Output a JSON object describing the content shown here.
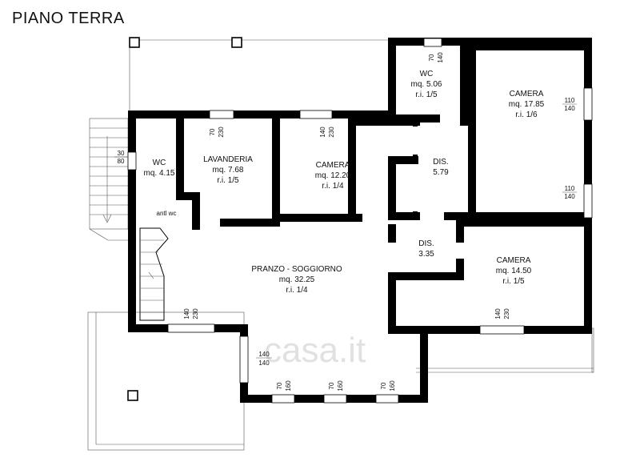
{
  "title": "PIANO TERRA",
  "watermark": "casa.it",
  "rooms": [
    {
      "id": "wc-1",
      "name": "WC",
      "area": "mq. 4.15",
      "ratio": ""
    },
    {
      "id": "lavanderia",
      "name": "LAVANDERIA",
      "area": "mq. 7.68",
      "ratio": "r.i. 1/5"
    },
    {
      "id": "camera-1",
      "name": "CAMERA",
      "area": "mq. 12.20",
      "ratio": "r.i. 1/4"
    },
    {
      "id": "wc-2",
      "name": "WC",
      "area": "mq. 5.06",
      "ratio": "r.i. 1/5"
    },
    {
      "id": "camera-2",
      "name": "CAMERA",
      "area": "mq. 17.85",
      "ratio": "r.i. 1/6"
    },
    {
      "id": "dis-1",
      "name": "DIS.",
      "area": "5.79",
      "ratio": ""
    },
    {
      "id": "dis-2",
      "name": "DIS.",
      "area": "3.35",
      "ratio": ""
    },
    {
      "id": "pranzo",
      "name": "PRANZO - SOGGIORNO",
      "area": "mq. 32.25",
      "ratio": "r.i. 1/4"
    },
    {
      "id": "camera-3",
      "name": "CAMERA",
      "area": "mq. 14.50",
      "ratio": "r.i. 1/5"
    }
  ],
  "antiwc_label": "antl wc",
  "dimensions": [
    {
      "id": "d-lav",
      "a": "70",
      "b": "230"
    },
    {
      "id": "d-cam1",
      "a": "140",
      "b": "230"
    },
    {
      "id": "d-wc2",
      "a": "70",
      "b": "140"
    },
    {
      "id": "d-wc1",
      "a": "30",
      "b": "80"
    },
    {
      "id": "d-cam2-top",
      "a": "110",
      "b": "140"
    },
    {
      "id": "d-cam2-bot",
      "a": "110",
      "b": "140"
    },
    {
      "id": "d-pranzo",
      "a": "140",
      "b": "230"
    },
    {
      "id": "d-cam3",
      "a": "140",
      "b": "230"
    },
    {
      "id": "d-bay",
      "a": "140",
      "b": "140"
    },
    {
      "id": "d-bot-1",
      "a": "70",
      "b": "160"
    },
    {
      "id": "d-bot-2",
      "a": "70",
      "b": "160"
    },
    {
      "id": "d-bot-3",
      "a": "70",
      "b": "160"
    }
  ]
}
